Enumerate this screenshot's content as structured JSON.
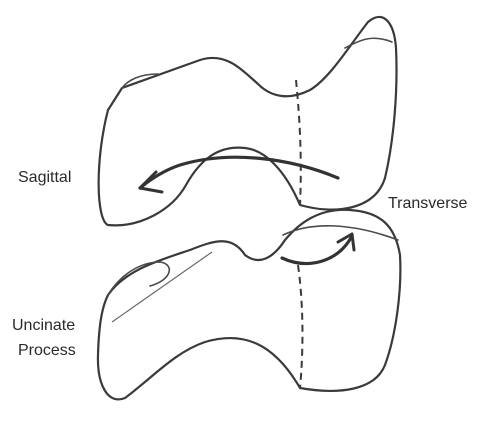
{
  "labels": {
    "sagittal": "Sagittal",
    "transverse": "Transverse",
    "uncinate_line1": "Uncinate",
    "uncinate_line2": "Process"
  },
  "colors": {
    "line": "#3a3a3a",
    "background": "#ffffff"
  }
}
